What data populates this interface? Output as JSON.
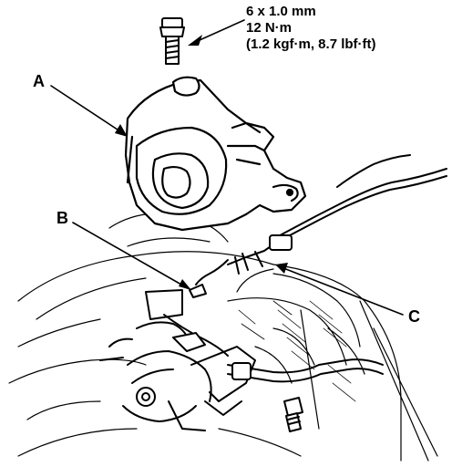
{
  "spec": {
    "size": "6 x 1.0 mm",
    "torque_nm": "12 N·m",
    "torque_alt": "(1.2 kgf·m, 8.7 lbf·ft)"
  },
  "labels": {
    "a": "A",
    "b": "B",
    "c": "C"
  }
}
